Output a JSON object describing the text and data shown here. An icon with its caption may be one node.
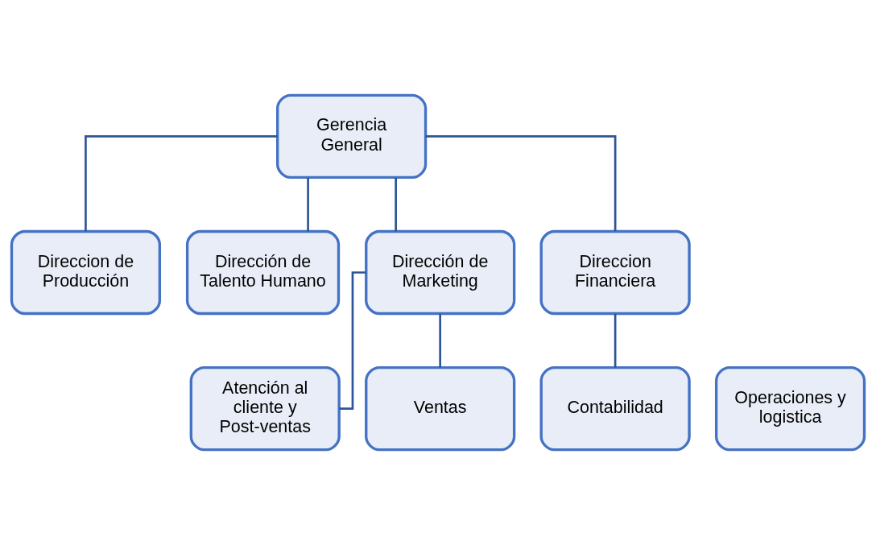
{
  "diagram": {
    "nodes": [
      {
        "text": [
          "Gerencia General"
        ]
      },
      {
        "text": [
          "Direccion de Producción"
        ]
      },
      {
        "text": [
          "Dirección de Talento Humano"
        ]
      },
      {
        "text": [
          "Dirección de Marketing"
        ]
      },
      {
        "text": [
          "Direccion Financiera"
        ]
      },
      {
        "text": [
          "Operaciones y logistica"
        ]
      },
      {
        "text": [
          "Atención al cliente y Post-ventas"
        ]
      },
      {
        "text": [
          "Ventas"
        ]
      },
      {
        "text": [
          "Contabilidad"
        ]
      }
    ],
    "edges": [
      {
        "from": 0,
        "to": 1,
        "arrow": "none"
      },
      {
        "from": 0,
        "to": 2,
        "arrow": "none"
      },
      {
        "from": 0,
        "to": 3,
        "arrow": "none"
      },
      {
        "from": 0,
        "to": 4,
        "arrow": "none"
      },
      {
        "from": 3,
        "to": 6,
        "arrow": "none"
      },
      {
        "from": 3,
        "to": 7,
        "arrow": "none"
      },
      {
        "from": 4,
        "to": 8,
        "arrow": "none"
      }
    ]
  }
}
